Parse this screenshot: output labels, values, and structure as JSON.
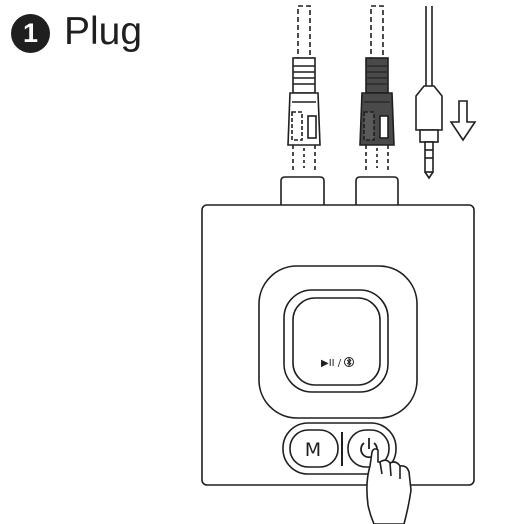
{
  "step": {
    "number": "1",
    "title": "Plug"
  },
  "device": {
    "play_pause_label": "▶II / ",
    "m_button_label": "M"
  },
  "icons": [
    "play-pause-icon",
    "bluetooth-icon",
    "power-icon",
    "down-arrow-icon",
    "pointing-hand-icon",
    "rca-plug-icon",
    "aux-plug-icon"
  ],
  "colors": {
    "line": "#1f1f1f",
    "white_plug": "#ffffff",
    "dark_plug": "#4a4a4a",
    "background": "#ffffff"
  }
}
